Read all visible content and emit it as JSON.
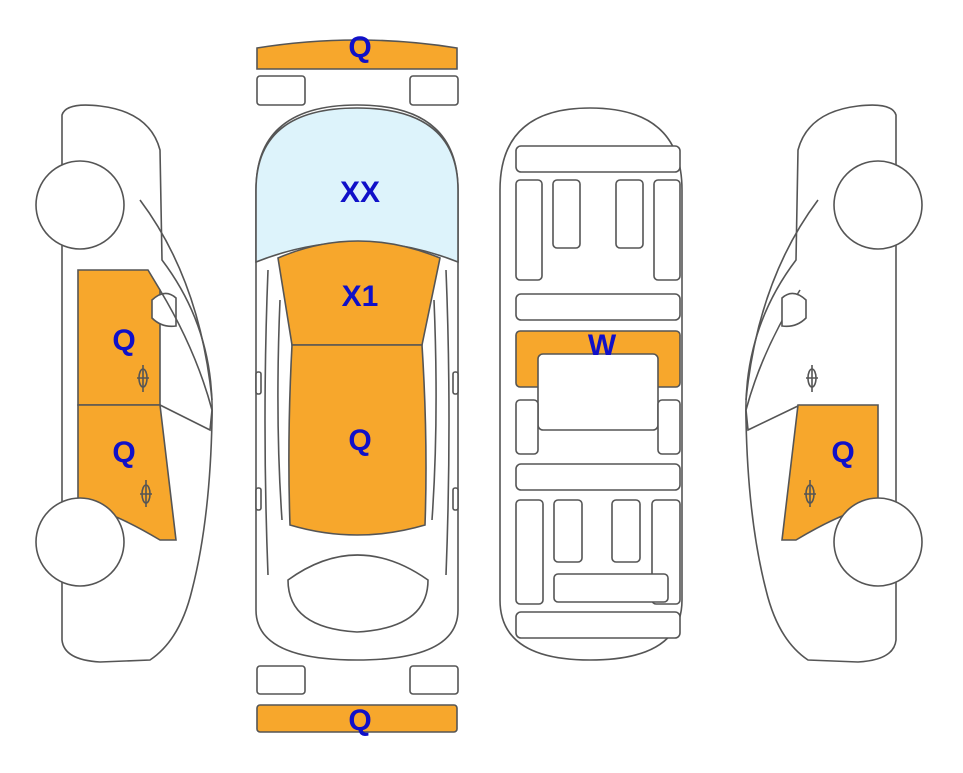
{
  "colors": {
    "outline": "#555555",
    "body_fill": "#ffffff",
    "damage_fill": "#F7A72C",
    "glass_fill": "#DDF3FB",
    "label_color": "#1010C8"
  },
  "labels": {
    "front_bumper": "Q",
    "rear_bumper": "Q",
    "windshield": "XX",
    "hood_front": "X1",
    "hood_main": "Q",
    "left_front_door": "Q",
    "left_rear_door": "Q",
    "undercarriage_panel": "W",
    "right_rear_door": "Q"
  }
}
